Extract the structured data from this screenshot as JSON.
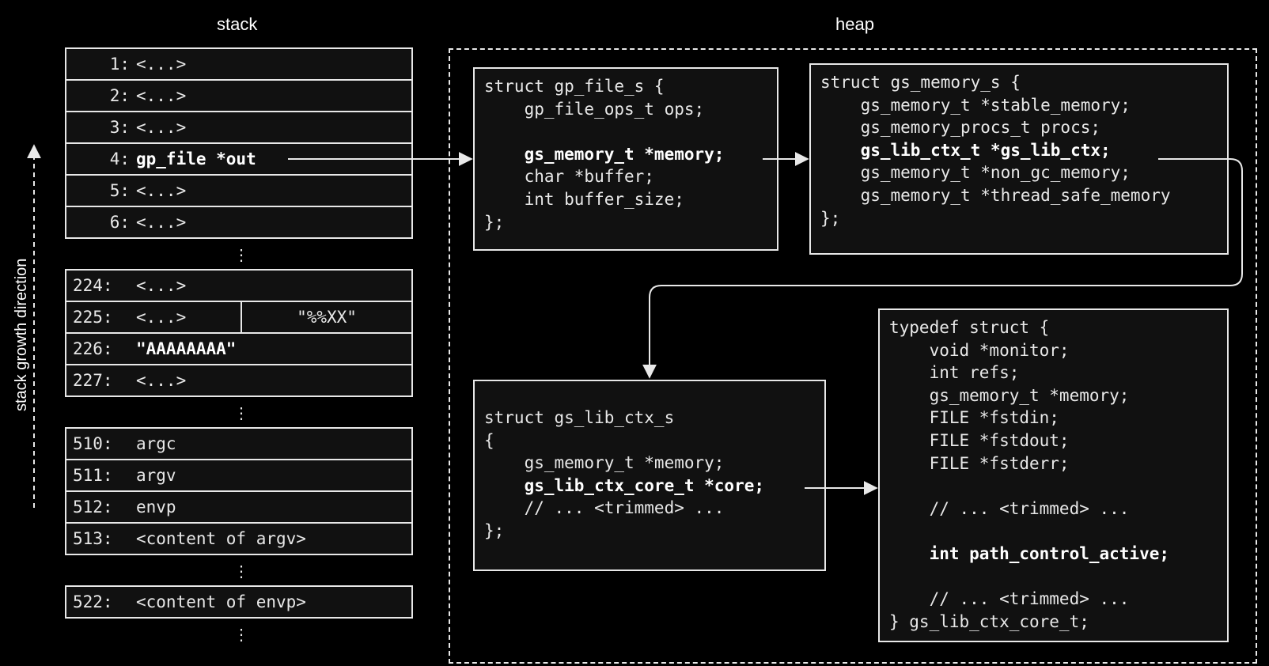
{
  "headings": {
    "stack": "stack",
    "heap": "heap",
    "growth": "stack growth direction"
  },
  "stack": {
    "groups": [
      {
        "rows": [
          {
            "num": "1:",
            "val": "<...>"
          },
          {
            "num": "2:",
            "val": "<...>"
          },
          {
            "num": "3:",
            "val": "<...>"
          },
          {
            "num": "4:",
            "val": "gp_file *out",
            "bold": true
          },
          {
            "num": "5:",
            "val": "<...>"
          },
          {
            "num": "6:",
            "val": "<...>"
          }
        ]
      },
      {
        "rows": [
          {
            "num": "224:",
            "val": "<...>"
          },
          {
            "num": "225:",
            "val": "<...>",
            "extra": "\"%%XX\""
          },
          {
            "num": "226:",
            "val": "\"AAAAAAAA\"",
            "bold": true
          },
          {
            "num": "227:",
            "val": "<...>"
          }
        ]
      },
      {
        "rows": [
          {
            "num": "510:",
            "val": "argc"
          },
          {
            "num": "511:",
            "val": "argv"
          },
          {
            "num": "512:",
            "val": "envp"
          },
          {
            "num": "513:",
            "val": "<content of argv>"
          }
        ]
      },
      {
        "rows": [
          {
            "num": "522:",
            "val": "<content of envp>"
          }
        ]
      }
    ],
    "ellipsis": "⋮"
  },
  "heap": {
    "gp_file_s": [
      {
        "text": "struct gp_file_s {"
      },
      {
        "text": "    gp_file_ops_t ops;"
      },
      {
        "text": ""
      },
      {
        "text": "    gs_memory_t *memory;",
        "bold": true
      },
      {
        "text": "    char *buffer;"
      },
      {
        "text": "    int buffer_size;"
      },
      {
        "text": "};"
      }
    ],
    "gs_memory_s": [
      {
        "text": "struct gs_memory_s {"
      },
      {
        "text": "    gs_memory_t *stable_memory;"
      },
      {
        "text": "    gs_memory_procs_t procs;"
      },
      {
        "text": "    gs_lib_ctx_t *gs_lib_ctx;",
        "bold": true
      },
      {
        "text": "    gs_memory_t *non_gc_memory;"
      },
      {
        "text": "    gs_memory_t *thread_safe_memory"
      },
      {
        "text": "};"
      }
    ],
    "gs_lib_ctx_s": [
      {
        "text": "struct gs_lib_ctx_s"
      },
      {
        "text": "{"
      },
      {
        "text": "    gs_memory_t *memory;"
      },
      {
        "text": "    gs_lib_ctx_core_t *core;",
        "bold": true
      },
      {
        "text": "    // ... <trimmed> ..."
      },
      {
        "text": "};"
      }
    ],
    "gs_lib_ctx_core_t": [
      {
        "text": "typedef struct {"
      },
      {
        "text": "    void *monitor;"
      },
      {
        "text": "    int refs;"
      },
      {
        "text": "    gs_memory_t *memory;"
      },
      {
        "text": "    FILE *fstdin;"
      },
      {
        "text": "    FILE *fstdout;"
      },
      {
        "text": "    FILE *fstderr;"
      },
      {
        "text": ""
      },
      {
        "text": "    // ... <trimmed> ..."
      },
      {
        "text": ""
      },
      {
        "text": "    int path_control_active;",
        "bold": true
      },
      {
        "text": ""
      },
      {
        "text": "    // ... <trimmed> ..."
      },
      {
        "text": "} gs_lib_ctx_core_t;"
      }
    ]
  }
}
